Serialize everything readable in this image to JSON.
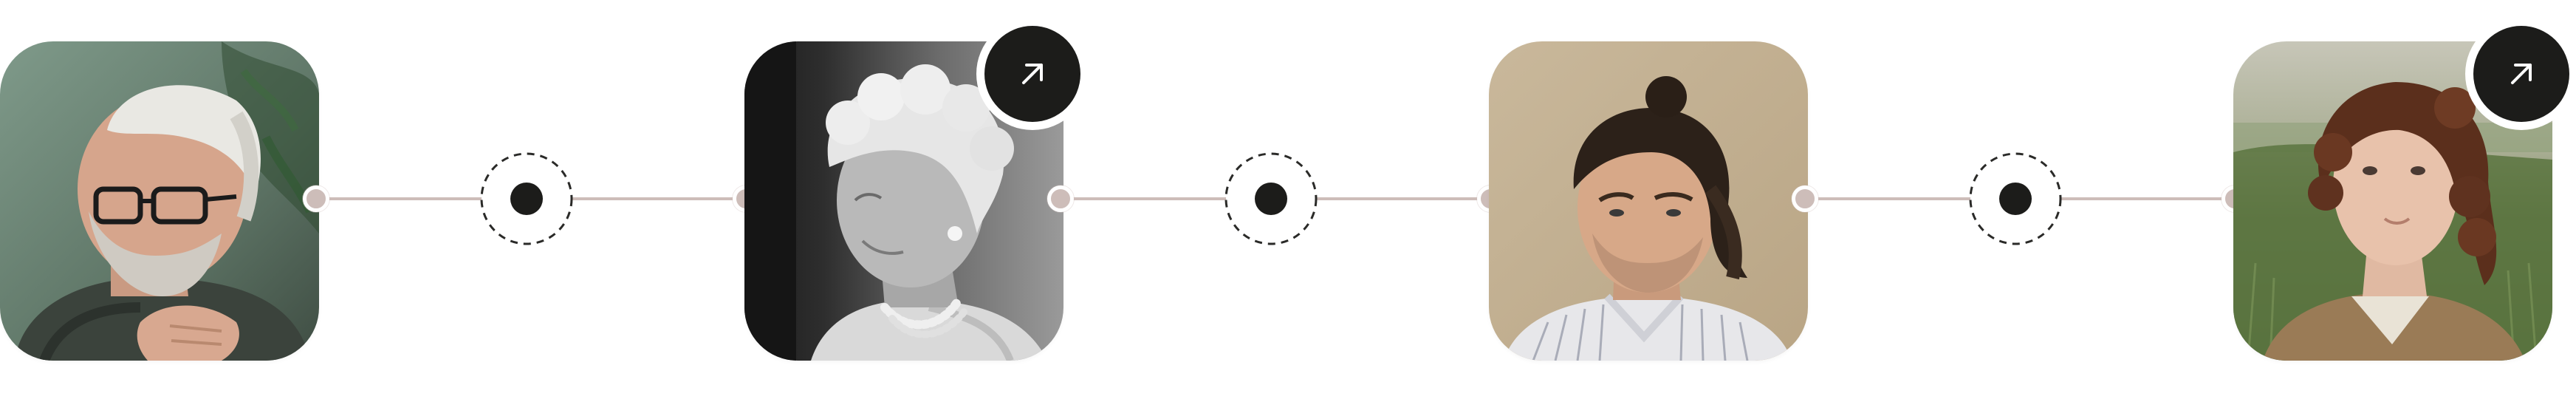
{
  "timeline": {
    "people": [
      {
        "id": "person-1",
        "description_icon": "portrait-photo",
        "has_link_button": false
      },
      {
        "id": "person-2",
        "description_icon": "portrait-photo",
        "has_link_button": true
      },
      {
        "id": "person-3",
        "description_icon": "portrait-photo",
        "has_link_button": false
      },
      {
        "id": "person-4",
        "description_icon": "portrait-photo",
        "has_link_button": true
      }
    ],
    "step_markers": 3,
    "link_button_icon": "arrow-up-right-icon"
  },
  "colors": {
    "connector": "#cdbdb9",
    "marker_fill": "#1c1c1a",
    "marker_dash": "#2a2a28",
    "button_fill": "#1c1c1a",
    "button_ring": "#ffffff",
    "arrow": "#ffffff"
  }
}
